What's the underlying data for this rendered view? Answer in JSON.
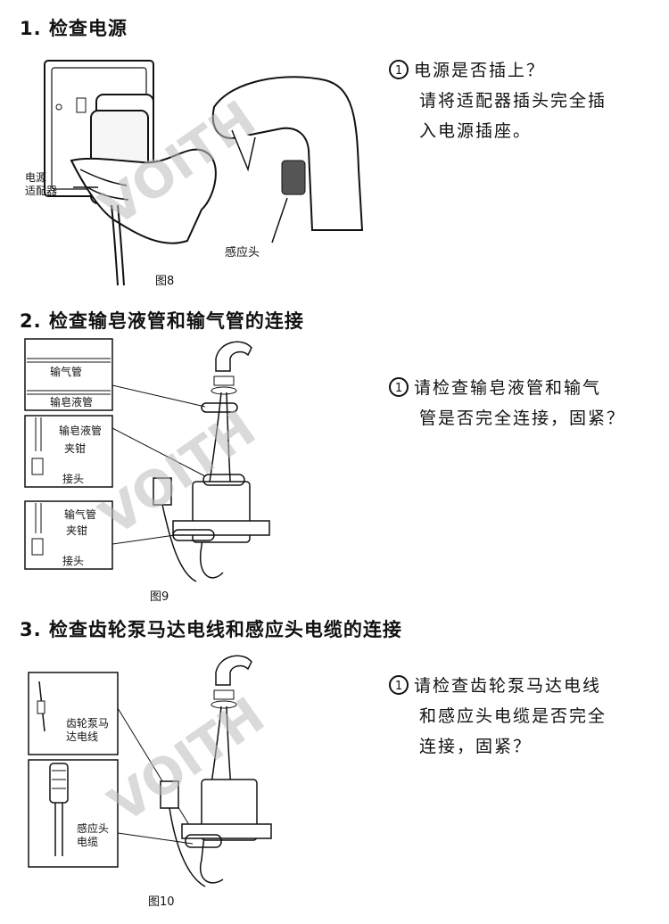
{
  "section1": {
    "heading": "1. 检查电源",
    "note_num": "1",
    "note_lines": [
      "电源是否插上？",
      "请将适配器插头完全插",
      "入电源插座。"
    ],
    "labels": {
      "adapter_1": "电源",
      "adapter_2": "适配器",
      "sensor": "感应头"
    },
    "caption": "图8"
  },
  "section2": {
    "heading": "2. 检查输皂液管和输气管的连接",
    "note_num": "1",
    "note_lines": [
      "请检查输皂液管和输气",
      "管是否完全连接，固紧？"
    ],
    "labels": {
      "air_tube": "输气管",
      "soap_tube": "输皂液管",
      "soap_tube_2": "输皂液管",
      "clamp_1": "夹钳",
      "connector_1": "接头",
      "air_tube_2": "输气管",
      "clamp_2": "夹钳",
      "connector_2": "接头"
    },
    "caption": "图9"
  },
  "section3": {
    "heading": "3. 检查齿轮泵马达电线和感应头电缆的连接",
    "note_num": "1",
    "note_lines": [
      "请检查齿轮泵马达电线",
      "和感应头电缆是否完全",
      "连接，固紧？"
    ],
    "labels": {
      "motor_1": "齿轮泵马",
      "motor_2": "达电线",
      "sensor_cable_1": "感应头",
      "sensor_cable_2": "电缆"
    },
    "caption": "图10"
  },
  "watermark": "VOITH"
}
